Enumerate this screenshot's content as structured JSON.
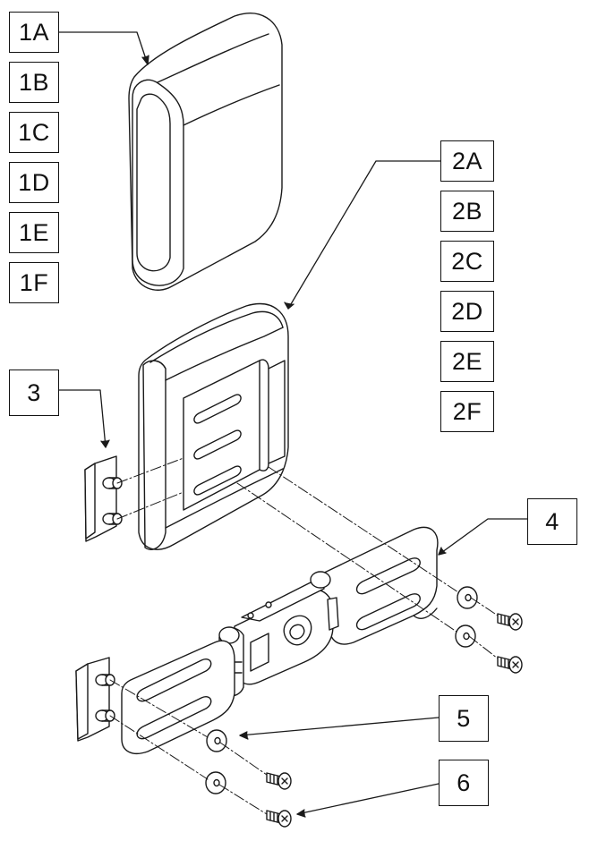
{
  "callouts": {
    "c1a": "1A",
    "c1b": "1B",
    "c1c": "1C",
    "c1d": "1D",
    "c1e": "1E",
    "c1f": "1F",
    "c2a": "2A",
    "c2b": "2B",
    "c2c": "2C",
    "c2d": "2D",
    "c2e": "2E",
    "c2f": "2F",
    "c3": "3",
    "c4": "4",
    "c5": "5",
    "c6": "6"
  },
  "parts": {
    "part_1": "lateral-pad",
    "part_2": "lateral-pad-with-bracket-slots",
    "part_3": "mounting-plate",
    "part_4": "swing-away-hinge-bracket",
    "part_5": "washer",
    "part_6": "screw"
  }
}
